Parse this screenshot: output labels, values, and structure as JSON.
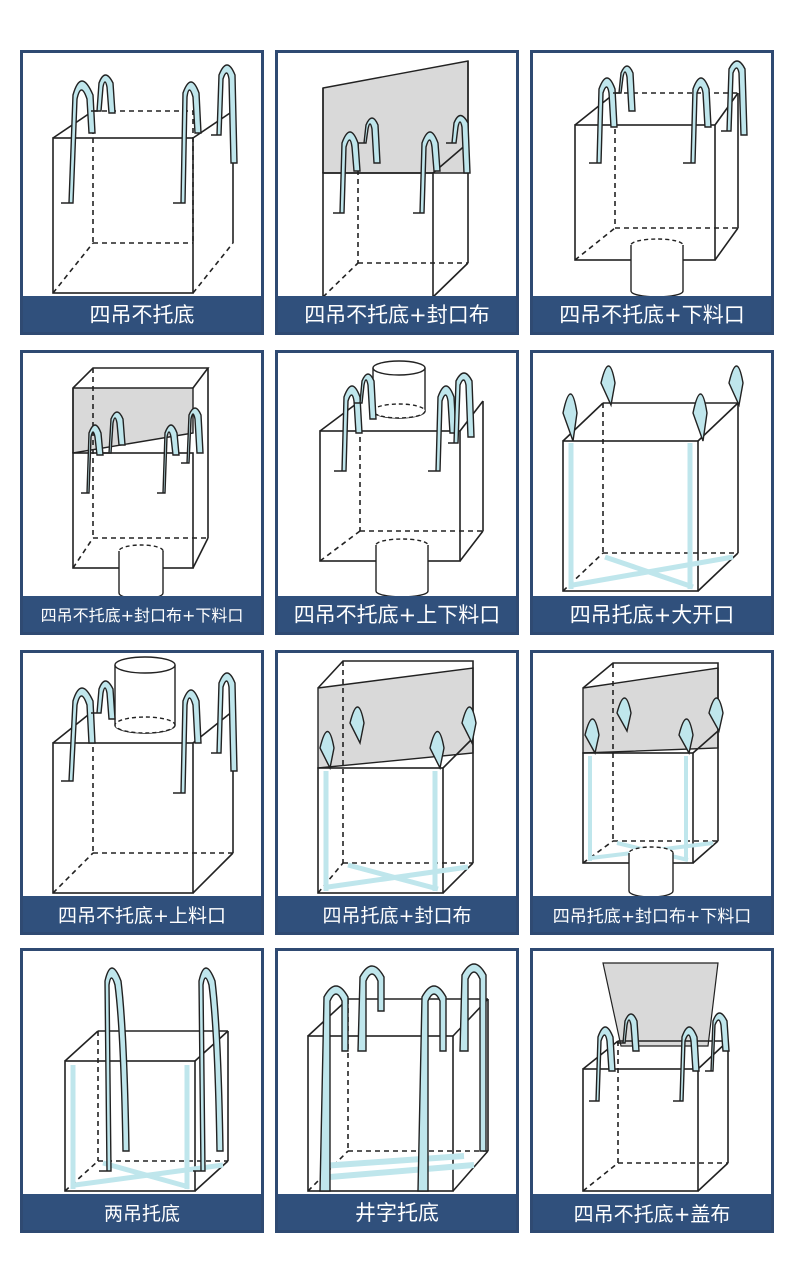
{
  "colors": {
    "frame": "#2f4a72",
    "caption_bg": "#30507c",
    "caption_text": "#ffffff",
    "strap_fill": "#bfe6ec",
    "cover_fill": "#d9d9d9",
    "outline": "#222222"
  },
  "cards": [
    {
      "label": "四吊不托底",
      "icon": "four-loop-bag-icon"
    },
    {
      "label": "四吊不托底+封口布",
      "icon": "four-loop-bag-with-cover-icon"
    },
    {
      "label": "四吊不托底+下料口",
      "icon": "four-loop-bag-with-discharge-spout-icon"
    },
    {
      "label": "四吊不托底+封口布+下料口",
      "icon": "four-loop-bag-cover-and-discharge-icon"
    },
    {
      "label": "四吊不托底+上下料口",
      "icon": "four-loop-bag-top-and-bottom-spout-icon"
    },
    {
      "label": "四吊托底+大开口",
      "icon": "four-loop-cross-bottom-open-top-icon"
    },
    {
      "label": "四吊不托底+上料口",
      "icon": "four-loop-bag-filling-spout-icon"
    },
    {
      "label": "四吊托底+封口布",
      "icon": "four-loop-cross-bottom-cover-icon"
    },
    {
      "label": "四吊托底+封口布+下料口",
      "icon": "four-loop-cross-bottom-cover-discharge-icon"
    },
    {
      "label": "两吊托底",
      "icon": "two-loop-cross-bottom-icon"
    },
    {
      "label": "井字托底",
      "icon": "grid-strap-bottom-bag-icon"
    },
    {
      "label": "四吊不托底+盖布",
      "icon": "four-loop-bag-with-lid-cloth-icon"
    }
  ]
}
